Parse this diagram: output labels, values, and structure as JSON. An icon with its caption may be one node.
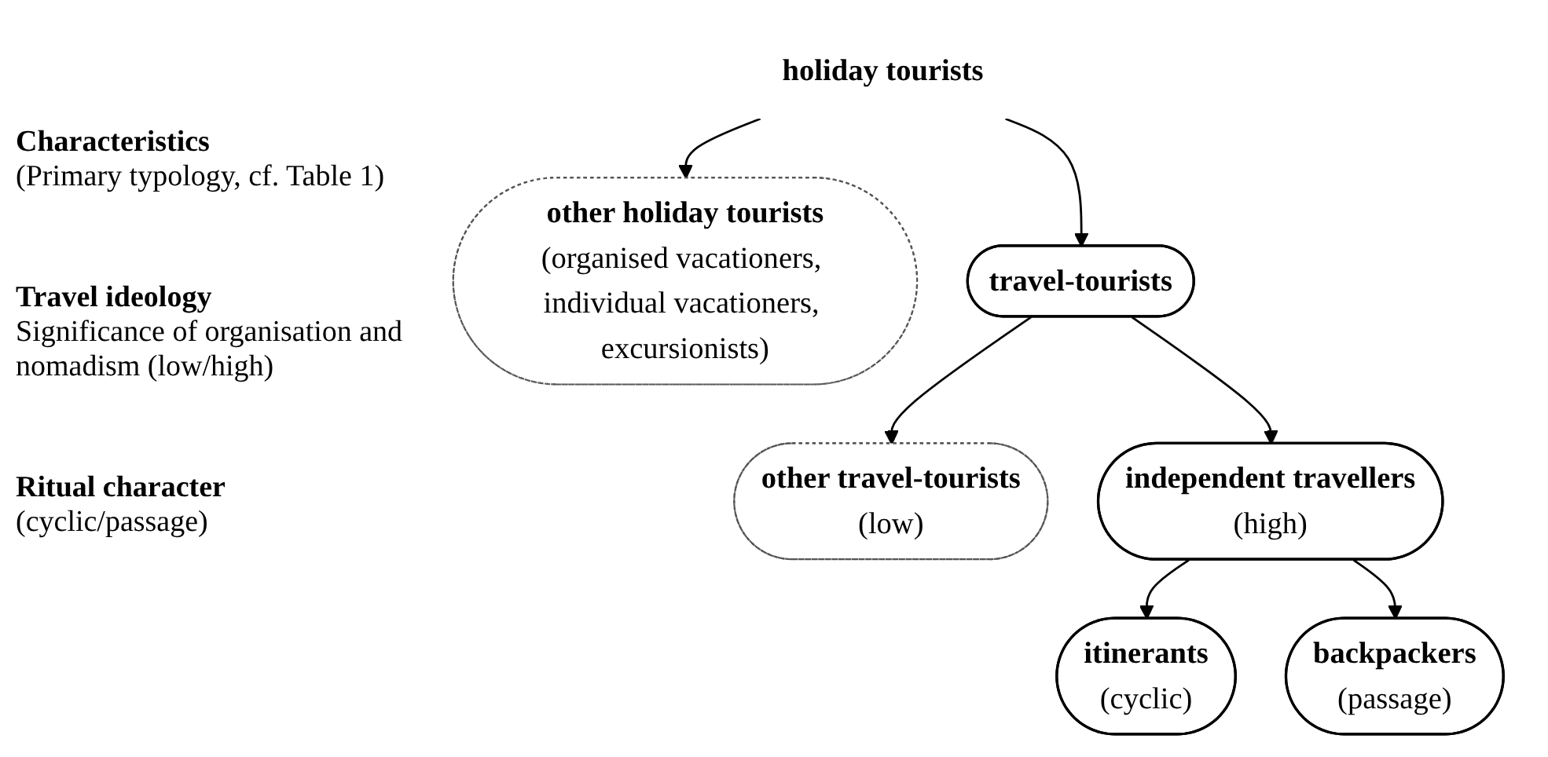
{
  "diagram": {
    "nodes": [
      {
        "text": [
          "holiday tourists"
        ]
      },
      {
        "text": [
          "other holiday tourists",
          "(organised vacationers, individual vacationers, excursionists)"
        ]
      },
      {
        "text": [
          "travel-tourists"
        ]
      },
      {
        "text": [
          "other travel-tourists",
          "(low)"
        ]
      },
      {
        "text": [
          "independent travellers",
          "(high)"
        ]
      },
      {
        "text": [
          "itinerants",
          "(cyclic)"
        ]
      },
      {
        "text": [
          "backpackers",
          "(passage)"
        ]
      }
    ],
    "edges": [
      {
        "from": 0,
        "to": 1,
        "arrow": "to"
      },
      {
        "from": 0,
        "to": 2,
        "arrow": "to"
      },
      {
        "from": 2,
        "to": 3,
        "arrow": "to"
      },
      {
        "from": 2,
        "to": 4,
        "arrow": "to"
      },
      {
        "from": 4,
        "to": 5,
        "arrow": "to"
      },
      {
        "from": 4,
        "to": 6,
        "arrow": "to"
      }
    ],
    "labels": [
      "Characteristics",
      "(Primary typology, cf. Table 1)",
      "Travel ideology",
      "Significance of organisation and nomadism (low/high)",
      "Ritual character",
      "(cyclic/passage)"
    ]
  }
}
